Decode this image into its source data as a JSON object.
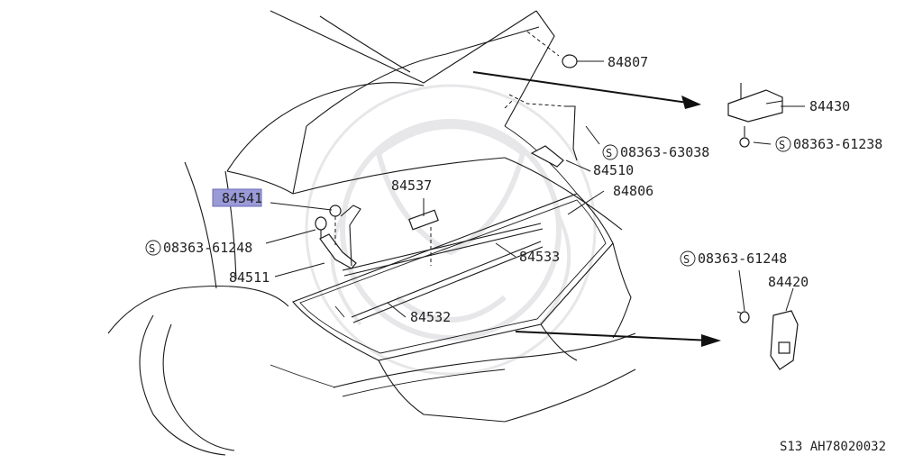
{
  "colors": {
    "highlight": "#9a9ad8",
    "line": "#1a1a1a",
    "watermark": "#e7e7ea"
  },
  "diagram": {
    "footer_code": "S13  AH78020032",
    "part_labels": {
      "p84807": "84807",
      "p84430": "84430",
      "p84510": "84510",
      "p84806": "84806",
      "p84537": "84537",
      "p84541": "84541",
      "p84511": "84511",
      "p84533": "84533",
      "p84532": "84532",
      "p84420": "84420"
    },
    "bolt_labels": {
      "b63038": "08363-63038",
      "b61238": "08363-61238",
      "b61248_left": "08363-61248",
      "b61248_right": "08363-61248"
    },
    "circle_symbol": "S"
  }
}
